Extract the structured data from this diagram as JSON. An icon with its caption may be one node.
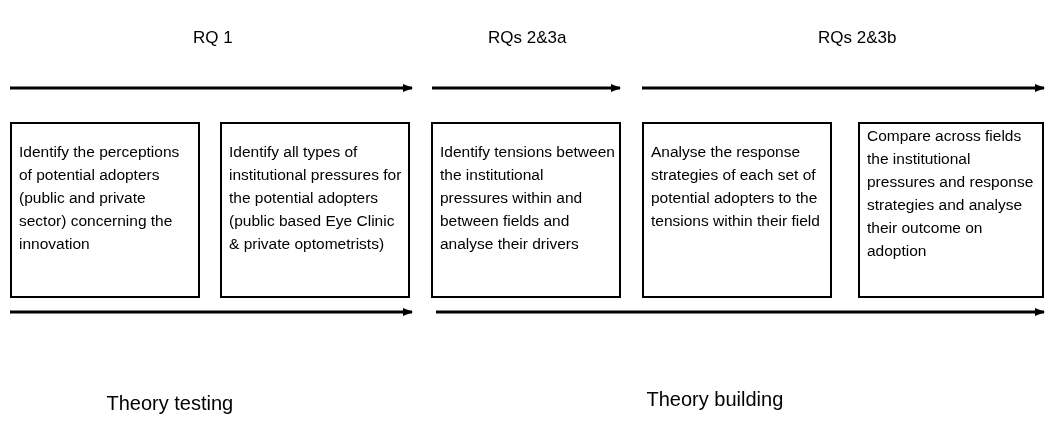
{
  "diagram": {
    "nodes": [
      {
        "text": [
          "Identify the perceptions of potential adopters (public and private sector) concerning the innovation"
        ]
      },
      {
        "text": [
          "Identify all types of institutional pressures for the potential adopters (public based Eye Clinic & private optometrists)"
        ]
      },
      {
        "text": [
          "Identify tensions between the institutional pressures within and between fields and analyse their drivers"
        ]
      },
      {
        "text": [
          "Analyse the response strategies of each set of potential adopters to the tensions within their field"
        ]
      },
      {
        "text": [
          "Compare across fields the institutional pressures and response strategies and analyse their outcome on adoption"
        ]
      }
    ],
    "edges": [],
    "labels": [
      "RQ 1",
      "RQs 2&3a",
      "RQs 2&3b",
      "Theory testing",
      "Theory building"
    ]
  }
}
